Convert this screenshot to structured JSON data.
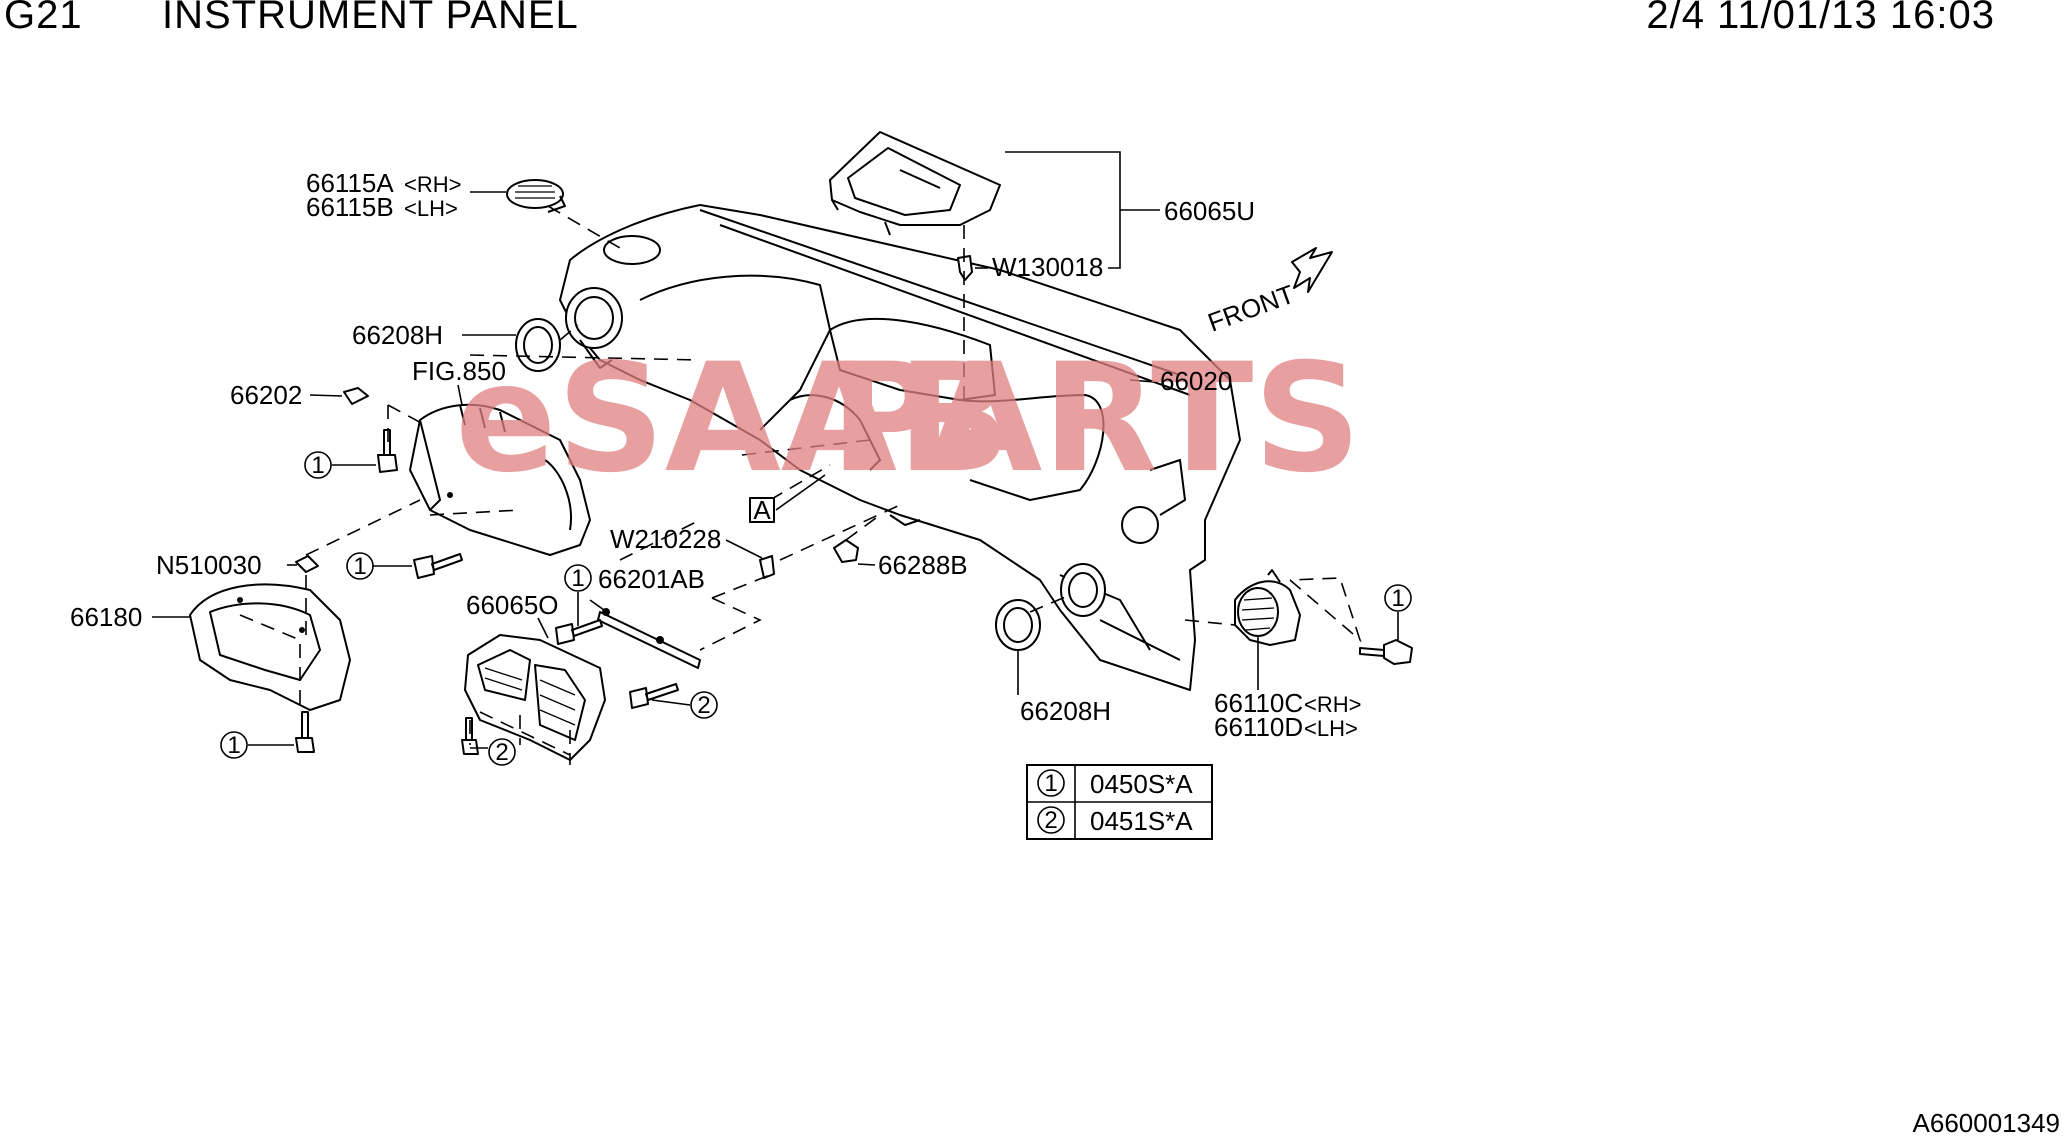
{
  "header": {
    "group_code": "G21",
    "title": "INSTRUMENT PANEL",
    "page_info": "2/4 11/01/13 16:03"
  },
  "watermark": {
    "text_a": "eSAAB",
    "text_b": "PARTS",
    "color_a": "#e08080",
    "color_b": "#e08080"
  },
  "labels": {
    "p66115a": "66115A",
    "p66115a_side": "<RH>",
    "p66115b": "66115B",
    "p66115b_side": "<LH>",
    "p66208h_upper": "66208H",
    "p66202": "66202",
    "fig850": "FIG.850",
    "n510030": "N510030",
    "p66180": "66180",
    "p66065o": "66065O",
    "p66201ab": "66201AB",
    "w210228": "W210228",
    "ref_a": "A",
    "p66288b": "66288B",
    "p66065u": "66065U",
    "w130018": "W130018",
    "p66020": "66020",
    "front": "FRONT",
    "p66208h_lower": "66208H",
    "p66110c": "66110C",
    "p66110c_side": "<RH>",
    "p66110d": "66110D",
    "p66110d_side": "<LH>"
  },
  "callouts": {
    "one": "1",
    "two": "2"
  },
  "legend": {
    "rows": [
      {
        "key": "1",
        "part": "0450S*A"
      },
      {
        "key": "2",
        "part": "0451S*A"
      }
    ]
  },
  "footer": {
    "drawing_id": "A660001349"
  }
}
